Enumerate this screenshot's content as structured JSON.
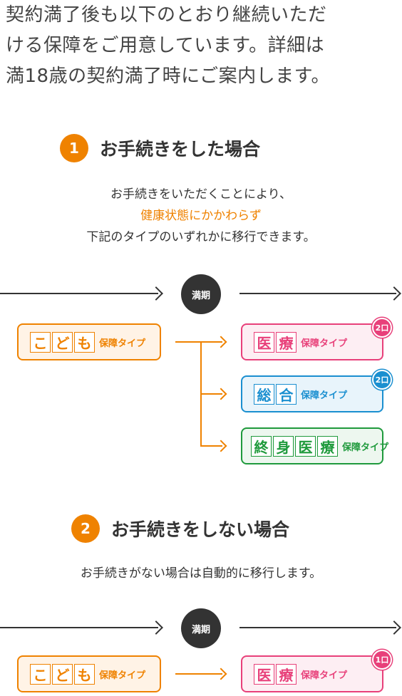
{
  "intro": {
    "lines": [
      "契約満了後も以下のとおり継続いただ",
      "ける保障をご用意しています。詳細は",
      "満18歳の契約満了時にご案内します。"
    ]
  },
  "section1": {
    "number": "1",
    "title": "お手続きをした場合",
    "desc_line1": "お手続きをいただくことにより、",
    "desc_accent": "健康状態にかかわらず",
    "desc_line3": "下記のタイプのいずれかに移行できます。",
    "maturity_label": "満期",
    "from_plan": {
      "chars": [
        "こ",
        "ど",
        "も"
      ],
      "type": "保障タイプ"
    },
    "to_plans": [
      {
        "chars": [
          "医",
          "療"
        ],
        "type": "保障タイプ",
        "count": "2口"
      },
      {
        "chars": [
          "総",
          "合"
        ],
        "type": "保障タイプ",
        "count": "2口"
      },
      {
        "chars": [
          "終",
          "身",
          "医",
          "療"
        ],
        "type": "保障タイプ"
      }
    ]
  },
  "section2": {
    "number": "2",
    "title": "お手続きをしない場合",
    "desc": "お手続きがない場合は自動的に移行します。",
    "maturity_label": "満期",
    "from_plan": {
      "chars": [
        "こ",
        "ど",
        "も"
      ],
      "type": "保障タイプ"
    },
    "to_plan": {
      "chars": [
        "医",
        "療"
      ],
      "type": "保障タイプ",
      "count": "1口"
    }
  },
  "colors": {
    "orange": "#ef8200",
    "pink": "#e8407a",
    "blue": "#1a8fd0",
    "green": "#1f9a3c",
    "dark": "#333333"
  }
}
